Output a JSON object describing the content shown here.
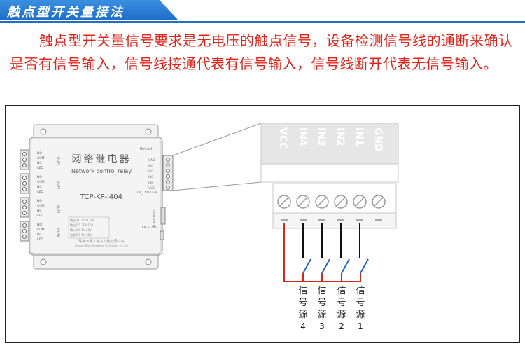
{
  "header": {
    "title": "触点型开关量接法"
  },
  "description": "触点型开关量信号要求是无电压的触点信号，设备检测信号线的通断来确认是否有信号输入，信号线接通代表有信号输入，信号线断开代表无信号输入。",
  "device": {
    "title_cn": "网络继电器",
    "title_en": "Network control relay",
    "model": "TCP-KP-I404",
    "company_cn": "珠海市泥人电子科技有限公司",
    "company_en": "Zhuhai NiRen Electronic Technology Co.,Ltd",
    "reload": "Reload",
    "right_pins": [
      "GND",
      "IN1",
      "IN2",
      "IN3",
      "IN4",
      "VCC"
    ],
    "in_led": "IN_LED1~4",
    "net_led": "LINK/NET",
    "power": "DC5-28V",
    "relay_outputs": [
      {
        "name": "OUT1",
        "pins": [
          "NO",
          "COM",
          "NC",
          "LED"
        ]
      },
      {
        "name": "OUT2",
        "pins": [
          "NO",
          "COM",
          "NC",
          "LED"
        ]
      },
      {
        "name": "OUT3",
        "pins": [
          "NO",
          "COM",
          "NC",
          "LED"
        ]
      },
      {
        "name": "OUT4",
        "pins": [
          "NO",
          "COM",
          "NC",
          "LED"
        ]
      }
    ],
    "spec_rows": [
      "输出 AC 250V 10A",
      "输出 DC 30V 10A",
      "输入 DC 5V-28V",
      "电源 DC 5V-28V"
    ]
  },
  "terminal": {
    "labels": [
      "VCC",
      "IN4",
      "IN3",
      "IN2",
      "IN1",
      "GND"
    ]
  },
  "signal_sources": [
    {
      "name": "信号源",
      "num": "4"
    },
    {
      "name": "信号源",
      "num": "3"
    },
    {
      "name": "信号源",
      "num": "2"
    },
    {
      "name": "信号源",
      "num": "1"
    }
  ],
  "colors": {
    "accent": "#1f6fc8",
    "text_red": "#e2231a",
    "wire_red": "#d9261c",
    "wire_black": "#111111",
    "switch_blue": "#2a63c4"
  }
}
